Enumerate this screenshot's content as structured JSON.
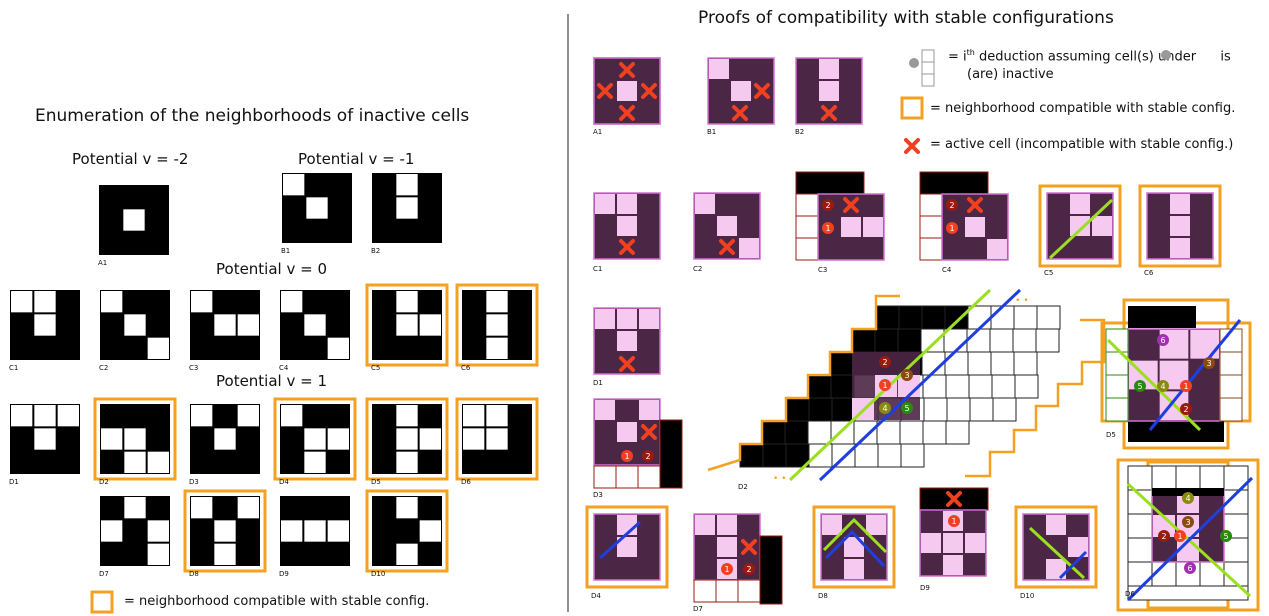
{
  "left": {
    "title": "Enumeration of the neighborhoods of inactive cells",
    "potentials": [
      "Potential v = -2",
      "Potential v = -1",
      "Potential v = 0",
      "Potential v = 1"
    ],
    "legend": "= neighborhood compatible with stable config.",
    "labels": [
      "A1",
      "B1",
      "B2",
      "C1",
      "C2",
      "C3",
      "C4",
      "C5",
      "C6",
      "D1",
      "D2",
      "D3",
      "D4",
      "D5",
      "D6",
      "D7",
      "D8",
      "D9",
      "D10"
    ]
  },
  "right": {
    "title": "Proofs of compatibility with stable configurations",
    "legend_deduction_1": "= i",
    "legend_deduction_sup": "th",
    "legend_deduction_2": "deduction assuming cell(s) under",
    "legend_deduction_3": "is",
    "legend_deduction_4": "(are) inactive",
    "legend_compatible": "= neighborhood compatible with stable config.",
    "legend_active": "= active cell (incompatible with stable config.)",
    "labels": [
      "A1",
      "B1",
      "B2",
      "C1",
      "C2",
      "C3",
      "C4",
      "C5",
      "C6",
      "D1",
      "D2",
      "D3",
      "D4",
      "D5",
      "D6",
      "D7",
      "D8",
      "D9",
      "D10"
    ],
    "deduction_numbers": [
      "1",
      "2",
      "3",
      "4",
      "5",
      "6"
    ],
    "pointer_symbol": "i"
  },
  "colors": {
    "black": "#000000",
    "white": "#ffffff",
    "orange": "#f4a020",
    "pink": "#f6c9f0",
    "purple": "#4c2745",
    "red_x": "#f04020",
    "lime": "#9be020",
    "blue": "#1e3ee0",
    "dark_red": "#9a1a10",
    "brown": "#8a4a10",
    "olive": "#8a8a10",
    "green": "#2a8a10",
    "violet": "#a030b0"
  }
}
